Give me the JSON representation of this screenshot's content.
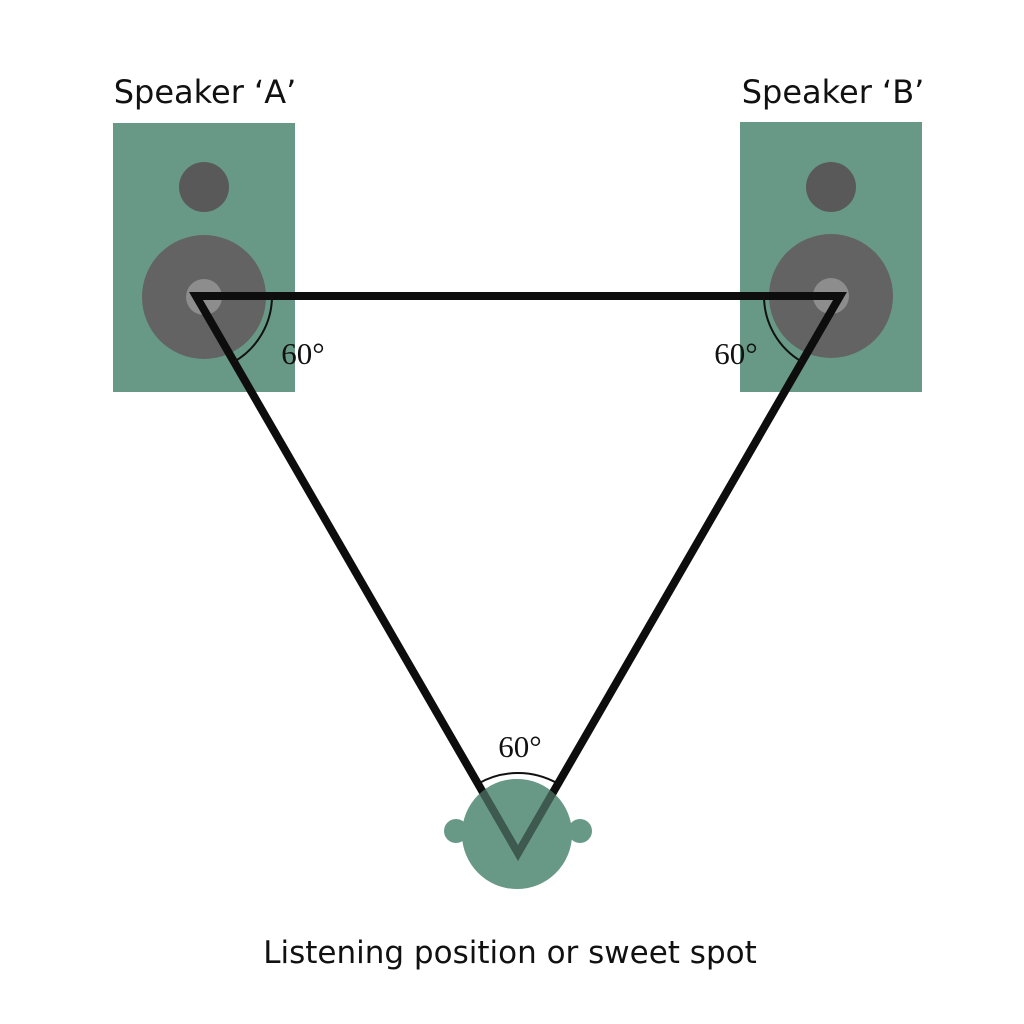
{
  "diagram": {
    "speaker_a_label": "Speaker ‘A’",
    "speaker_b_label": "Speaker ‘B’",
    "caption": "Listening position or sweet spot",
    "angle_a": "60°",
    "angle_b": "60°",
    "angle_listener": "60°"
  },
  "colors": {
    "background": "#ffffff",
    "speaker_green": "#689987",
    "tweeter_gray": "#595959",
    "woofer_gray": "#636363",
    "woofer_cap_gray": "#8d8d8d",
    "triangle_black": "#0d0d0d",
    "arc_black": "#111111",
    "text_color": "#111111"
  }
}
